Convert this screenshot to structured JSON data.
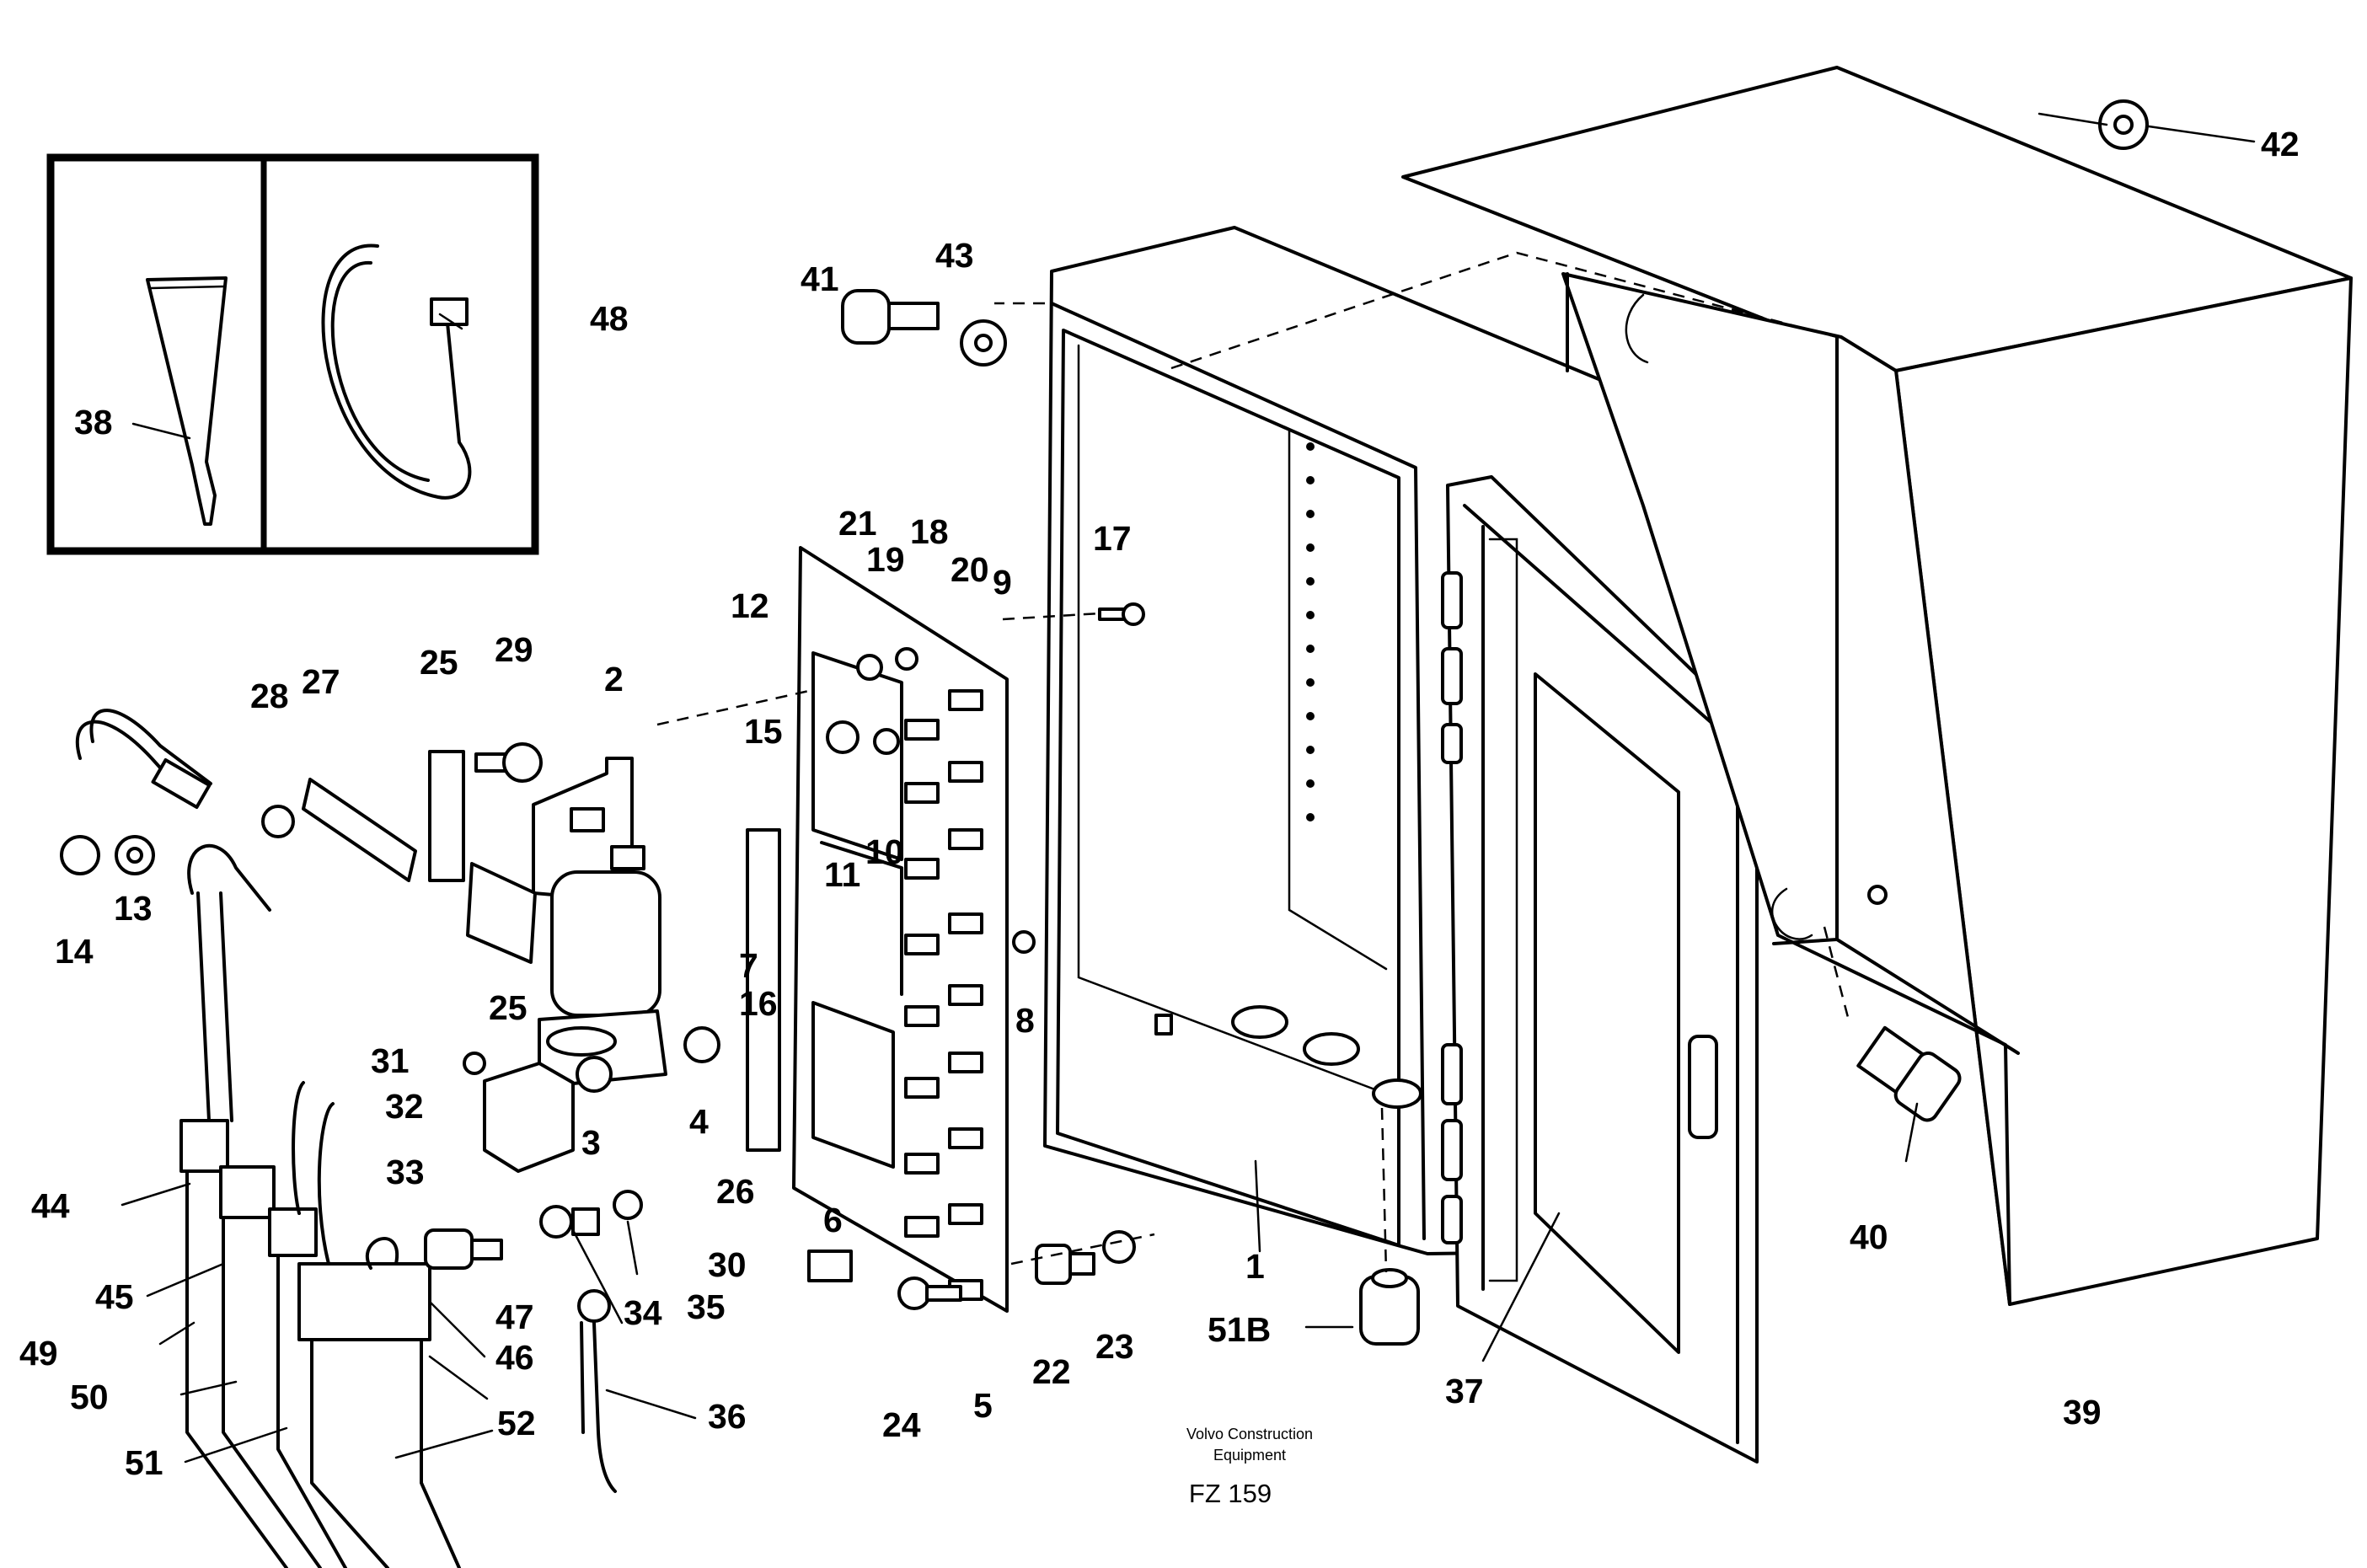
{
  "credit": {
    "line1": "Volvo Construction",
    "line2": "Equipment",
    "figure_code": "FZ 159"
  },
  "callouts": [
    "1",
    "2",
    "3",
    "4",
    "5",
    "6",
    "7",
    "8",
    "9",
    "10",
    "11",
    "12",
    "13",
    "14",
    "15",
    "16",
    "17",
    "18",
    "19",
    "20",
    "21",
    "22",
    "23",
    "24",
    "25",
    "25",
    "26",
    "27",
    "28",
    "29",
    "30",
    "31",
    "32",
    "33",
    "34",
    "35",
    "36",
    "37",
    "38",
    "39",
    "40",
    "41",
    "42",
    "43",
    "44",
    "45",
    "46",
    "47",
    "48",
    "49",
    "50",
    "51",
    "51B",
    "52"
  ]
}
